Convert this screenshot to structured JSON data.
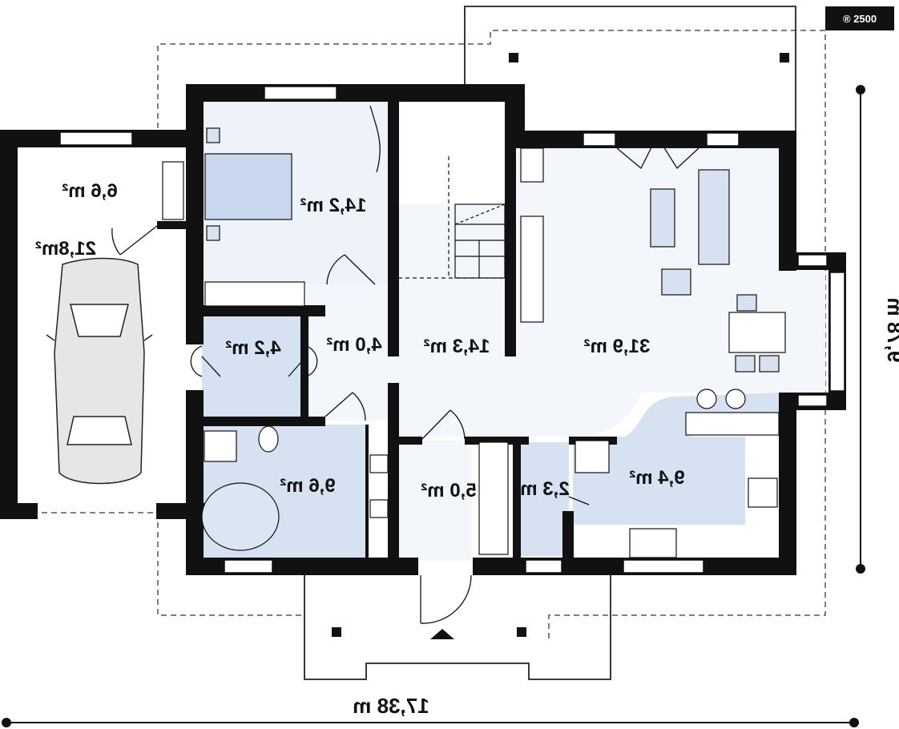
{
  "badge": "® 2500",
  "dimensions": {
    "width": "17,38 m",
    "depth": "9,78 m"
  },
  "rooms": [
    {
      "id": "utility",
      "area": "6,6 m²"
    },
    {
      "id": "garage",
      "area": "21,8m²"
    },
    {
      "id": "bedroom",
      "area": "14,2 m²"
    },
    {
      "id": "closet",
      "area": "4,2 m²"
    },
    {
      "id": "hall",
      "area": "4,0 m²"
    },
    {
      "id": "stair-hall",
      "area": "14,3 m²"
    },
    {
      "id": "living",
      "area": "31,9 m²"
    },
    {
      "id": "bathroom",
      "area": "9,6 m²"
    },
    {
      "id": "vestibule",
      "area": "5,0 m²"
    },
    {
      "id": "pantry",
      "area": "2,3 m²"
    },
    {
      "id": "kitchen",
      "area": "9,4 m²"
    }
  ],
  "colors": {
    "wall": "#111111",
    "room-light": "#eef2f9",
    "room-blue": "#d6e1f2",
    "dashed": "#555555"
  },
  "note": "Plan drawn mirrored (text rendered reversed as in original)"
}
